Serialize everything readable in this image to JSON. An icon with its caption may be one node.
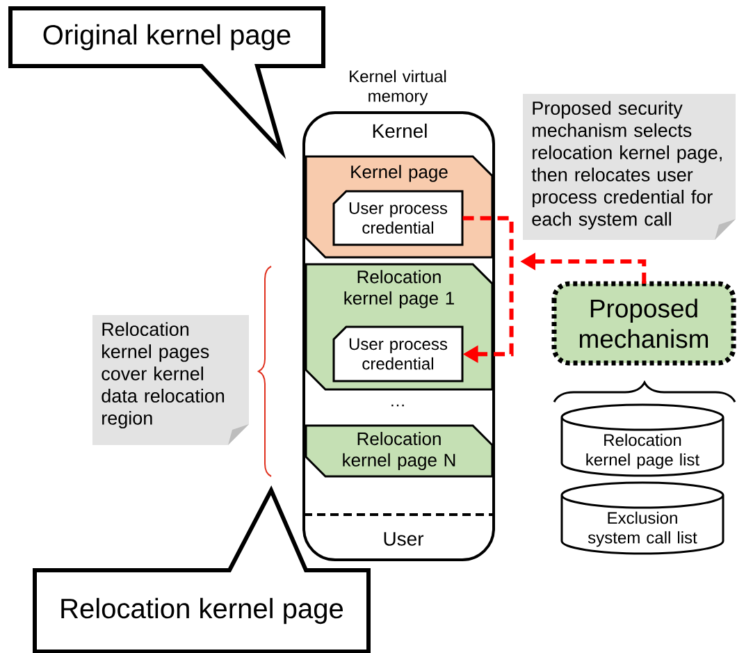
{
  "diagram": {
    "nodes": [
      {
        "text": [
          "Original kernel page"
        ]
      },
      {
        "text": [
          "Kernel virtual memory",
          "Kernel",
          "…",
          "User"
        ]
      },
      {
        "text": [
          "Kernel page"
        ],
        "in": 1
      },
      {
        "text": [
          "User process credential"
        ],
        "in": 2
      },
      {
        "text": [
          "Relocation kernel page 1"
        ],
        "in": 1
      },
      {
        "text": [
          "User process credential"
        ],
        "in": 4
      },
      {
        "text": [
          "Relocation kernel page N"
        ],
        "in": 1
      },
      {
        "text": [
          "Proposed security mechanism selects relocation kernel page, then relocates user process credential for each system call"
        ]
      },
      {
        "text": [
          "Proposed mechanism"
        ]
      },
      {
        "text": [
          "Relocation kernel page list"
        ]
      },
      {
        "text": [
          "Exclusion system call list"
        ]
      },
      {
        "text": [
          "Relocation kernel pages cover kernel data relocation region"
        ]
      },
      {
        "text": [
          "Relocation kernel page"
        ]
      }
    ],
    "edges": [
      {
        "from": 3,
        "to": 5,
        "arrow": "to",
        "style": "dashed",
        "color": "#ff0000"
      },
      {
        "from": 8,
        "to": null,
        "arrow": "to",
        "style": "dashed",
        "color": "#ff0000"
      }
    ]
  }
}
